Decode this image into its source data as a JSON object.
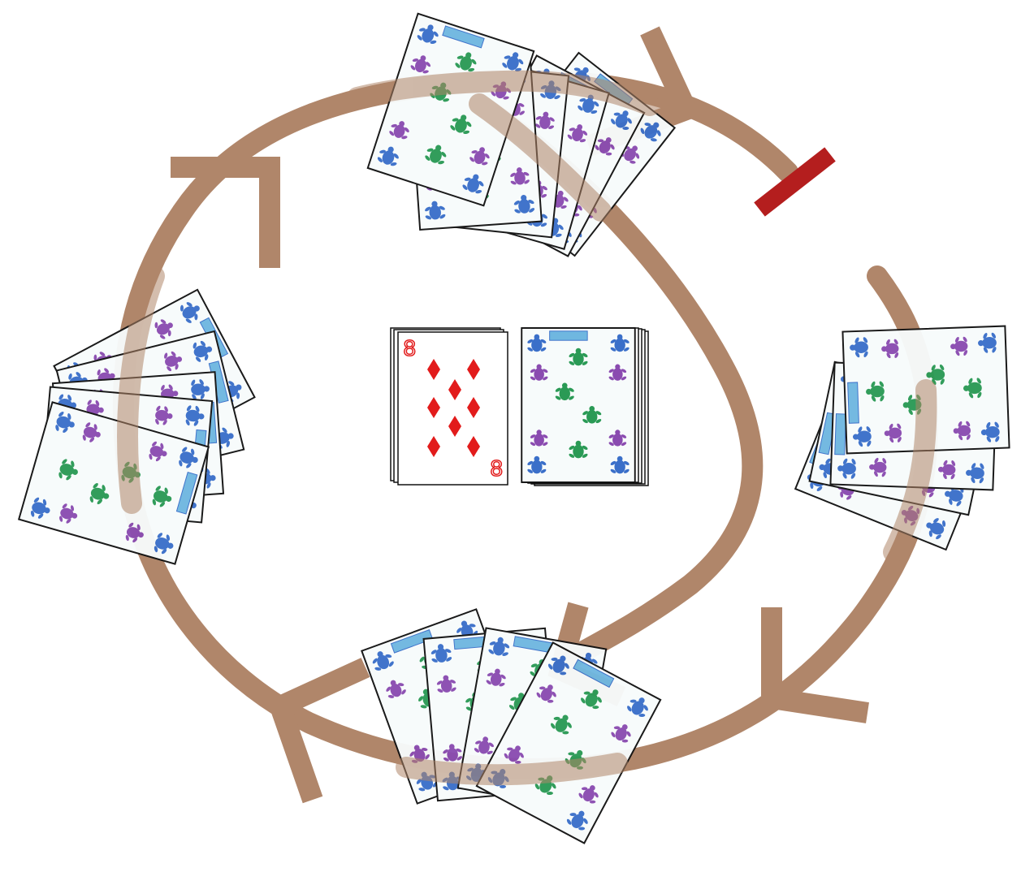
{
  "colors": {
    "arrow": "#b0866a",
    "stop_bar": "#b41e1e",
    "card_back_bg": "#f7fbfb",
    "card_border": "#111111",
    "suit_red": "#e21b1b",
    "turtle_blue": "#3a6fc9",
    "turtle_purple": "#8a4bb0",
    "turtle_green": "#2a9a55",
    "label_blue": "#6fb7e0"
  },
  "face_card": {
    "rank": "8",
    "suit": "diamond"
  },
  "icons": {
    "pips": "diamond-icon",
    "card_back_motif": "turtle-icon"
  },
  "hands": [
    {
      "player": "top",
      "card_count": 6
    },
    {
      "player": "left",
      "card_count": 5
    },
    {
      "player": "right",
      "card_count": 4
    },
    {
      "player": "bottom",
      "card_count": 4
    }
  ]
}
